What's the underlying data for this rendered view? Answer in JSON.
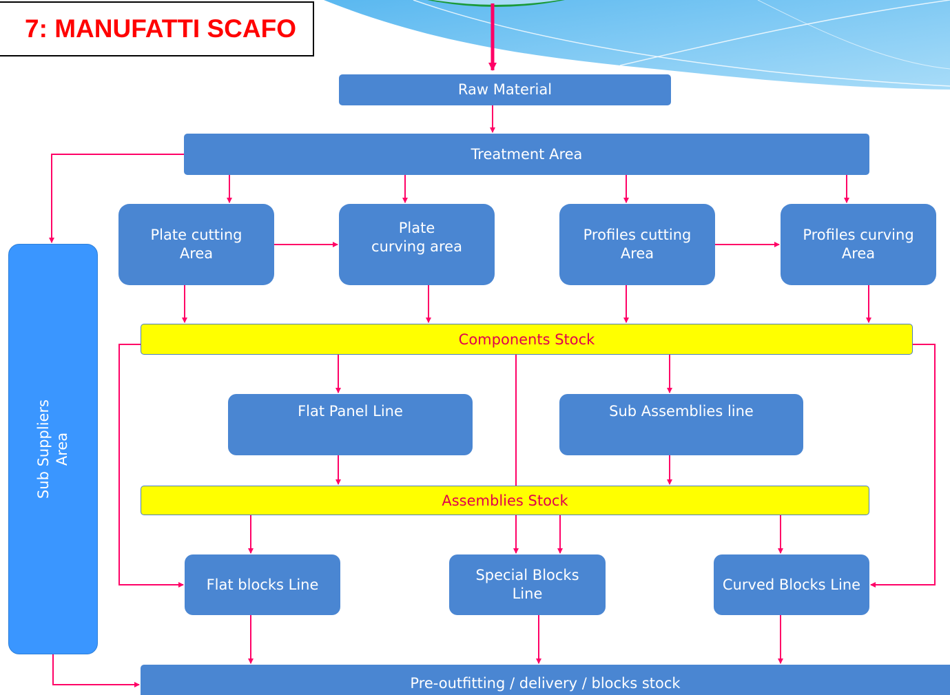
{
  "title": "7: MANUFATTI SCAFO",
  "nodes": {
    "raw_material": "Raw Material",
    "treatment_area": "Treatment Area",
    "plate_cutting": "Plate cutting\nArea",
    "plate_curving": "Plate\ncurving area",
    "profiles_cutting": "Profiles cutting\nArea",
    "profiles_curving": "Profiles curving\nArea",
    "components_stock": "Components Stock",
    "flat_panel_line": "Flat Panel Line",
    "sub_assemblies_line": "Sub Assemblies line",
    "assemblies_stock": "Assemblies Stock",
    "flat_blocks_line": "Flat blocks Line",
    "special_blocks_line": "Special Blocks\nLine",
    "curved_blocks_line": "Curved Blocks Line",
    "pre_outfitting": "Pre-outfitting / delivery / blocks stock",
    "sub_suppliers": "Sub Suppliers\nArea"
  },
  "colors": {
    "box": "#4a86d2",
    "stock": "#ffff00",
    "stock_text": "#e0004d",
    "arrow": "#ff0066",
    "side": "#3a96ff",
    "title_text": "#ff0000"
  }
}
